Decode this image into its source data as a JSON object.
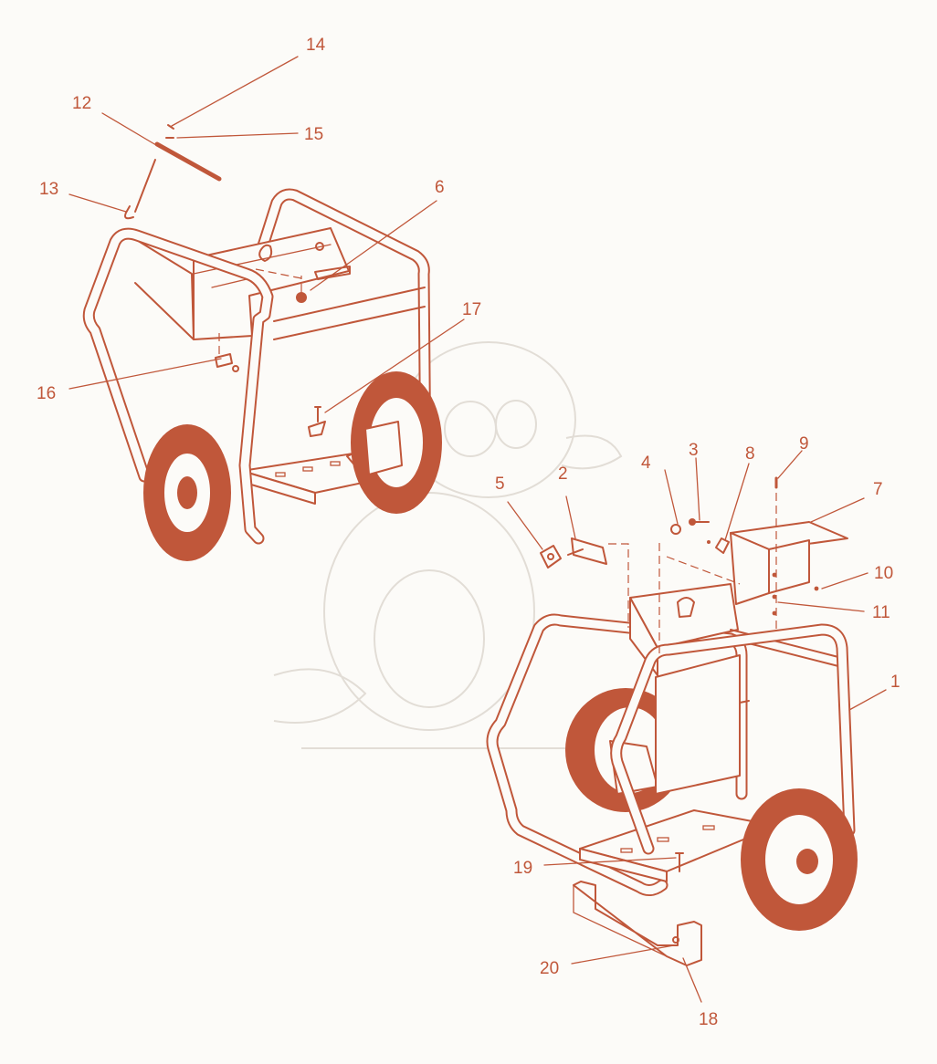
{
  "diagram": {
    "colors": {
      "line": "#c0573a",
      "fill": "#f6e1d6",
      "watermark": "#e2ddd6",
      "background": "#fcfbf8"
    },
    "callouts": {
      "c1": "1",
      "c2": "2",
      "c3": "3",
      "c4": "4",
      "c5": "5",
      "c6": "6",
      "c7": "7",
      "c8": "8",
      "c9": "9",
      "c10": "10",
      "c11": "11",
      "c12": "12",
      "c13": "13",
      "c14": "14",
      "c15": "15",
      "c16": "16",
      "c17": "17",
      "c18": "18",
      "c19": "19",
      "c20": "20"
    }
  }
}
